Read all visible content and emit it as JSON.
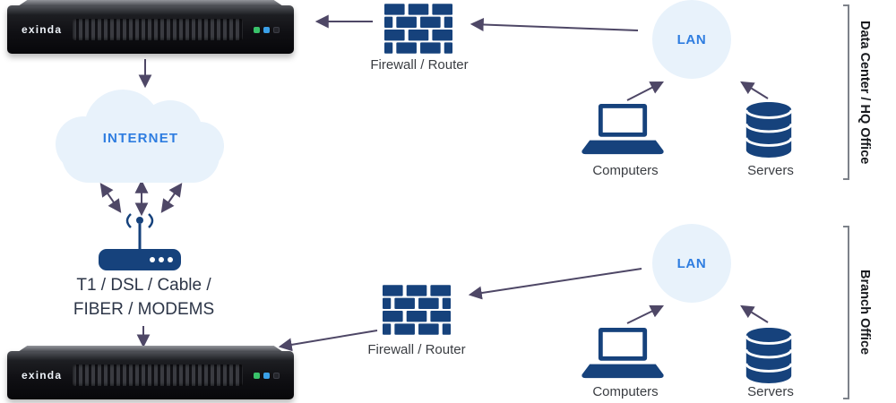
{
  "sections": {
    "top": {
      "bracket_label": "Data Center / HQ Office",
      "appliance_brand": "exinda",
      "firewall": "Firewall / Router",
      "lan": "LAN",
      "computers": "Computers",
      "servers": "Servers"
    },
    "bottom": {
      "bracket_label": "Branch Office",
      "appliance_brand": "exinda",
      "firewall": "Firewall / Router",
      "lan": "LAN",
      "computers": "Computers",
      "servers": "Servers"
    }
  },
  "wan": {
    "internet": "INTERNET",
    "link_line1": "T1 / DSL / Cable /",
    "link_line2": "FIBER / MODEMS"
  },
  "icons": {
    "firewall": "brick-wall-icon",
    "computers": "laptop-icon",
    "servers": "database-icon",
    "internet": "cloud-icon",
    "wan_device": "wireless-modem-icon",
    "appliance": "rack-server-image"
  },
  "colors": {
    "navy": "#16427c",
    "blue_text": "#2e7de0",
    "light_blue": "#e8f2fb",
    "arrow": "#4e4766"
  }
}
